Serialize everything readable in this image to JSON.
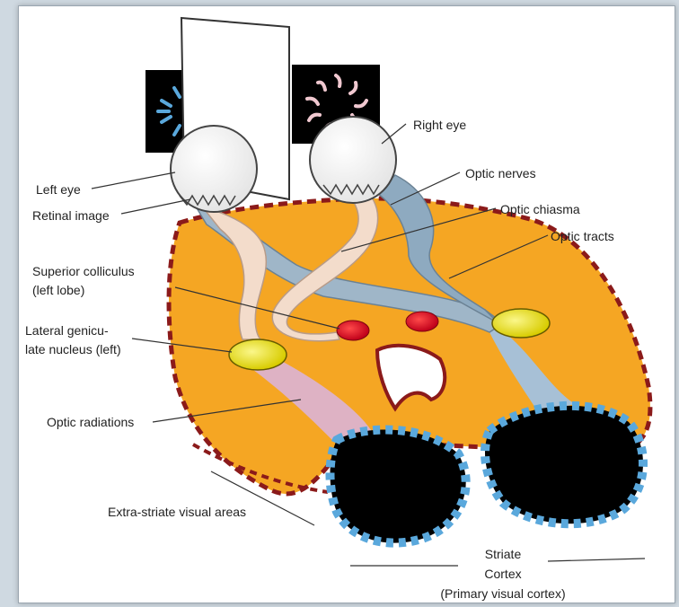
{
  "labels": {
    "left_eye": "Left eye",
    "retinal_image": "Retinal image",
    "superior_colliculus_1": "Superior colliculus",
    "superior_colliculus_2": "(left lobe)",
    "lgn_1": "Lateral genicu-",
    "lgn_2": "late nucleus (left)",
    "optic_radiations": "Optic radiations",
    "extra_striate": "Extra-striate visual areas",
    "right_eye": "Right eye",
    "optic_nerves": "Optic nerves",
    "optic_chiasma": "Optic chiasma",
    "optic_tracts": "Optic tracts",
    "striate_1": "Striate",
    "striate_2": "Cortex",
    "striate_3": "(Primary visual cortex)"
  },
  "colors": {
    "brain": "#f5a623",
    "brain_edge": "#8b1a1a",
    "nerve_left": "#f3dccb",
    "nerve_right": "#9fb6c8",
    "lgn": "#e8e000",
    "colliculus": "#e0001a",
    "cortex": "#000000",
    "stripe_blue": "#5aa8dc",
    "stripe_pink": "#f0c8d0"
  }
}
